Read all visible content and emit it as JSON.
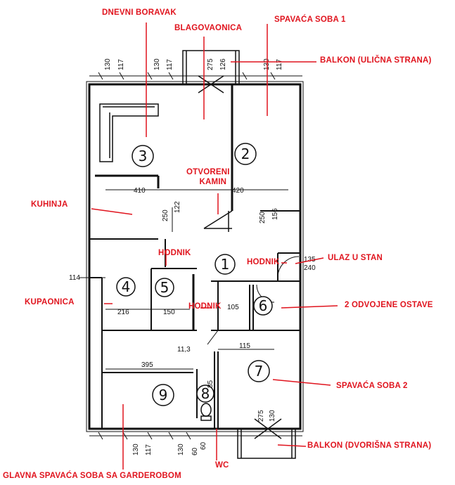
{
  "labels": {
    "dnevni_boravak": "DNEVNI BORAVAK",
    "blagovaonica": "BLAGOVAONICA",
    "spavaca_soba_1": "SPAVAĆA SOBA 1",
    "balkon_ulicna": "BALKON (ULIČNA STRANA)",
    "otvoreni_kamin": [
      "OTVORENI",
      "KAMIN"
    ],
    "kuhinja": "KUHINJA",
    "hodnik_a": "HODNIK",
    "hodnik_b": "HODNIK",
    "hodnik_c": "HODNIK",
    "ulaz_u_stan": "ULAZ U STAN",
    "kupaonica": "KUPAONICA",
    "odvojene_ostave": "2 ODVOJENE OSTAVE",
    "spavaca_soba_2": "SPAVAĆA SOBA 2",
    "balkon_dvorisna": "BALKON (DVORIŠNA STRANA)",
    "glavna_spavaca": "GLAVNA SPAVAĆA SOBA SA GARDEROBOM",
    "wc": "WC"
  },
  "rooms": [
    "1",
    "2",
    "3",
    "4",
    "5",
    "6",
    "7",
    "8",
    "9"
  ],
  "dimensions": {
    "d410": "410",
    "d420": "420",
    "d114": "114",
    "d216": "216",
    "d150": "150",
    "d105": "105",
    "d395": "395",
    "d115": "115",
    "d113": "11,3",
    "d135": "135",
    "d240": "240",
    "d250a": "250",
    "d250b": "250",
    "d122": "122",
    "d156": "156",
    "d85": "85",
    "d60": "60",
    "top": [
      "130",
      "117",
      "130",
      "117",
      "275",
      "126",
      "130",
      "117"
    ],
    "bottom": [
      "130",
      "117",
      "130",
      "60",
      "275",
      "130"
    ]
  },
  "colors": {
    "label": "#e0141e",
    "line": "#111111"
  }
}
